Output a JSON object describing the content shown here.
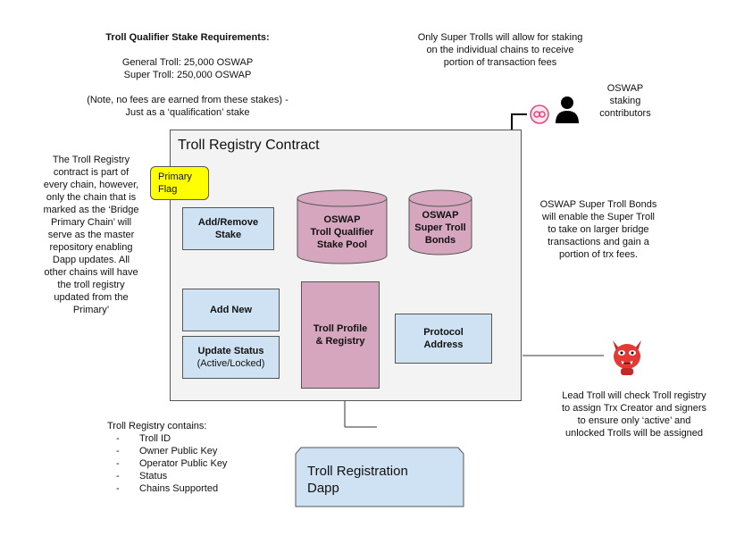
{
  "stake_requirements": {
    "title": "Troll Qualifier Stake Requirements:",
    "general": "General Troll:  25,000 OSWAP",
    "super": "Super Troll: 250,000 OSWAP",
    "note_line1": "(Note, no fees are earned from these stakes) -",
    "note_line2": "Just as a ‘qualification’ stake"
  },
  "super_troll_note": {
    "line1": "Only Super Trolls will allow for staking",
    "line2": "on the individual chains to receive",
    "line3": "portion of transaction fees"
  },
  "contributors": {
    "line1": "OSWAP",
    "line2": "staking",
    "line3": "contributors"
  },
  "registry_explanation": {
    "lines": [
      "The Troll Registry",
      "contract is part of",
      "every chain, however,",
      "only the chain that is",
      "marked as the ‘Bridge",
      "Primary Chain’ will",
      "serve as the master",
      "repository enabling",
      "Dapp updates.  All",
      "other chains will have",
      "the troll registry",
      "updated from the",
      "Primary’"
    ]
  },
  "contract": {
    "title": "Troll Registry Contract",
    "primary_flag": [
      "Primary",
      "Flag"
    ],
    "add_remove_stake": [
      "Add/Remove",
      "Stake"
    ],
    "stake_pool": [
      "OSWAP",
      "Troll Qualifier",
      "Stake Pool"
    ],
    "super_troll_bonds": [
      "OSWAP",
      "Super Troll",
      "Bonds"
    ],
    "add_new": "Add New",
    "update_status": "Update Status",
    "update_status_sub": "(Active/Locked)",
    "profile_registry": [
      "Troll Profile",
      "& Registry"
    ],
    "protocol_address": [
      "Protocol",
      "Address"
    ]
  },
  "bonds_note": {
    "lines": [
      "OSWAP Super Troll Bonds",
      "will enable the Super Troll",
      "to take on larger bridge",
      "transactions and gain a",
      "portion of trx fees."
    ]
  },
  "lead_troll_note": {
    "lines": [
      "Lead Troll will check Troll registry",
      "to assign Trx Creator and signers",
      "to ensure only ‘active’ and",
      "unlocked Trolls will be assigned"
    ]
  },
  "registry_contains": {
    "title": "Troll Registry contains:",
    "items": [
      "Troll ID",
      "Owner Public Key",
      "Operator Public Key",
      "Status",
      "Chains Supported"
    ]
  },
  "dapp": {
    "lines": [
      "Troll Registration",
      "Dapp"
    ]
  },
  "icons": {
    "chain_logo": "chain-logo-icon",
    "person": "person-icon",
    "troll": "troll-icon"
  },
  "colors": {
    "blue_box": "#cfe2f3",
    "pink_box": "#d5a6bd",
    "flag": "#ffff00",
    "contract_bg": "#f3f3f3"
  }
}
